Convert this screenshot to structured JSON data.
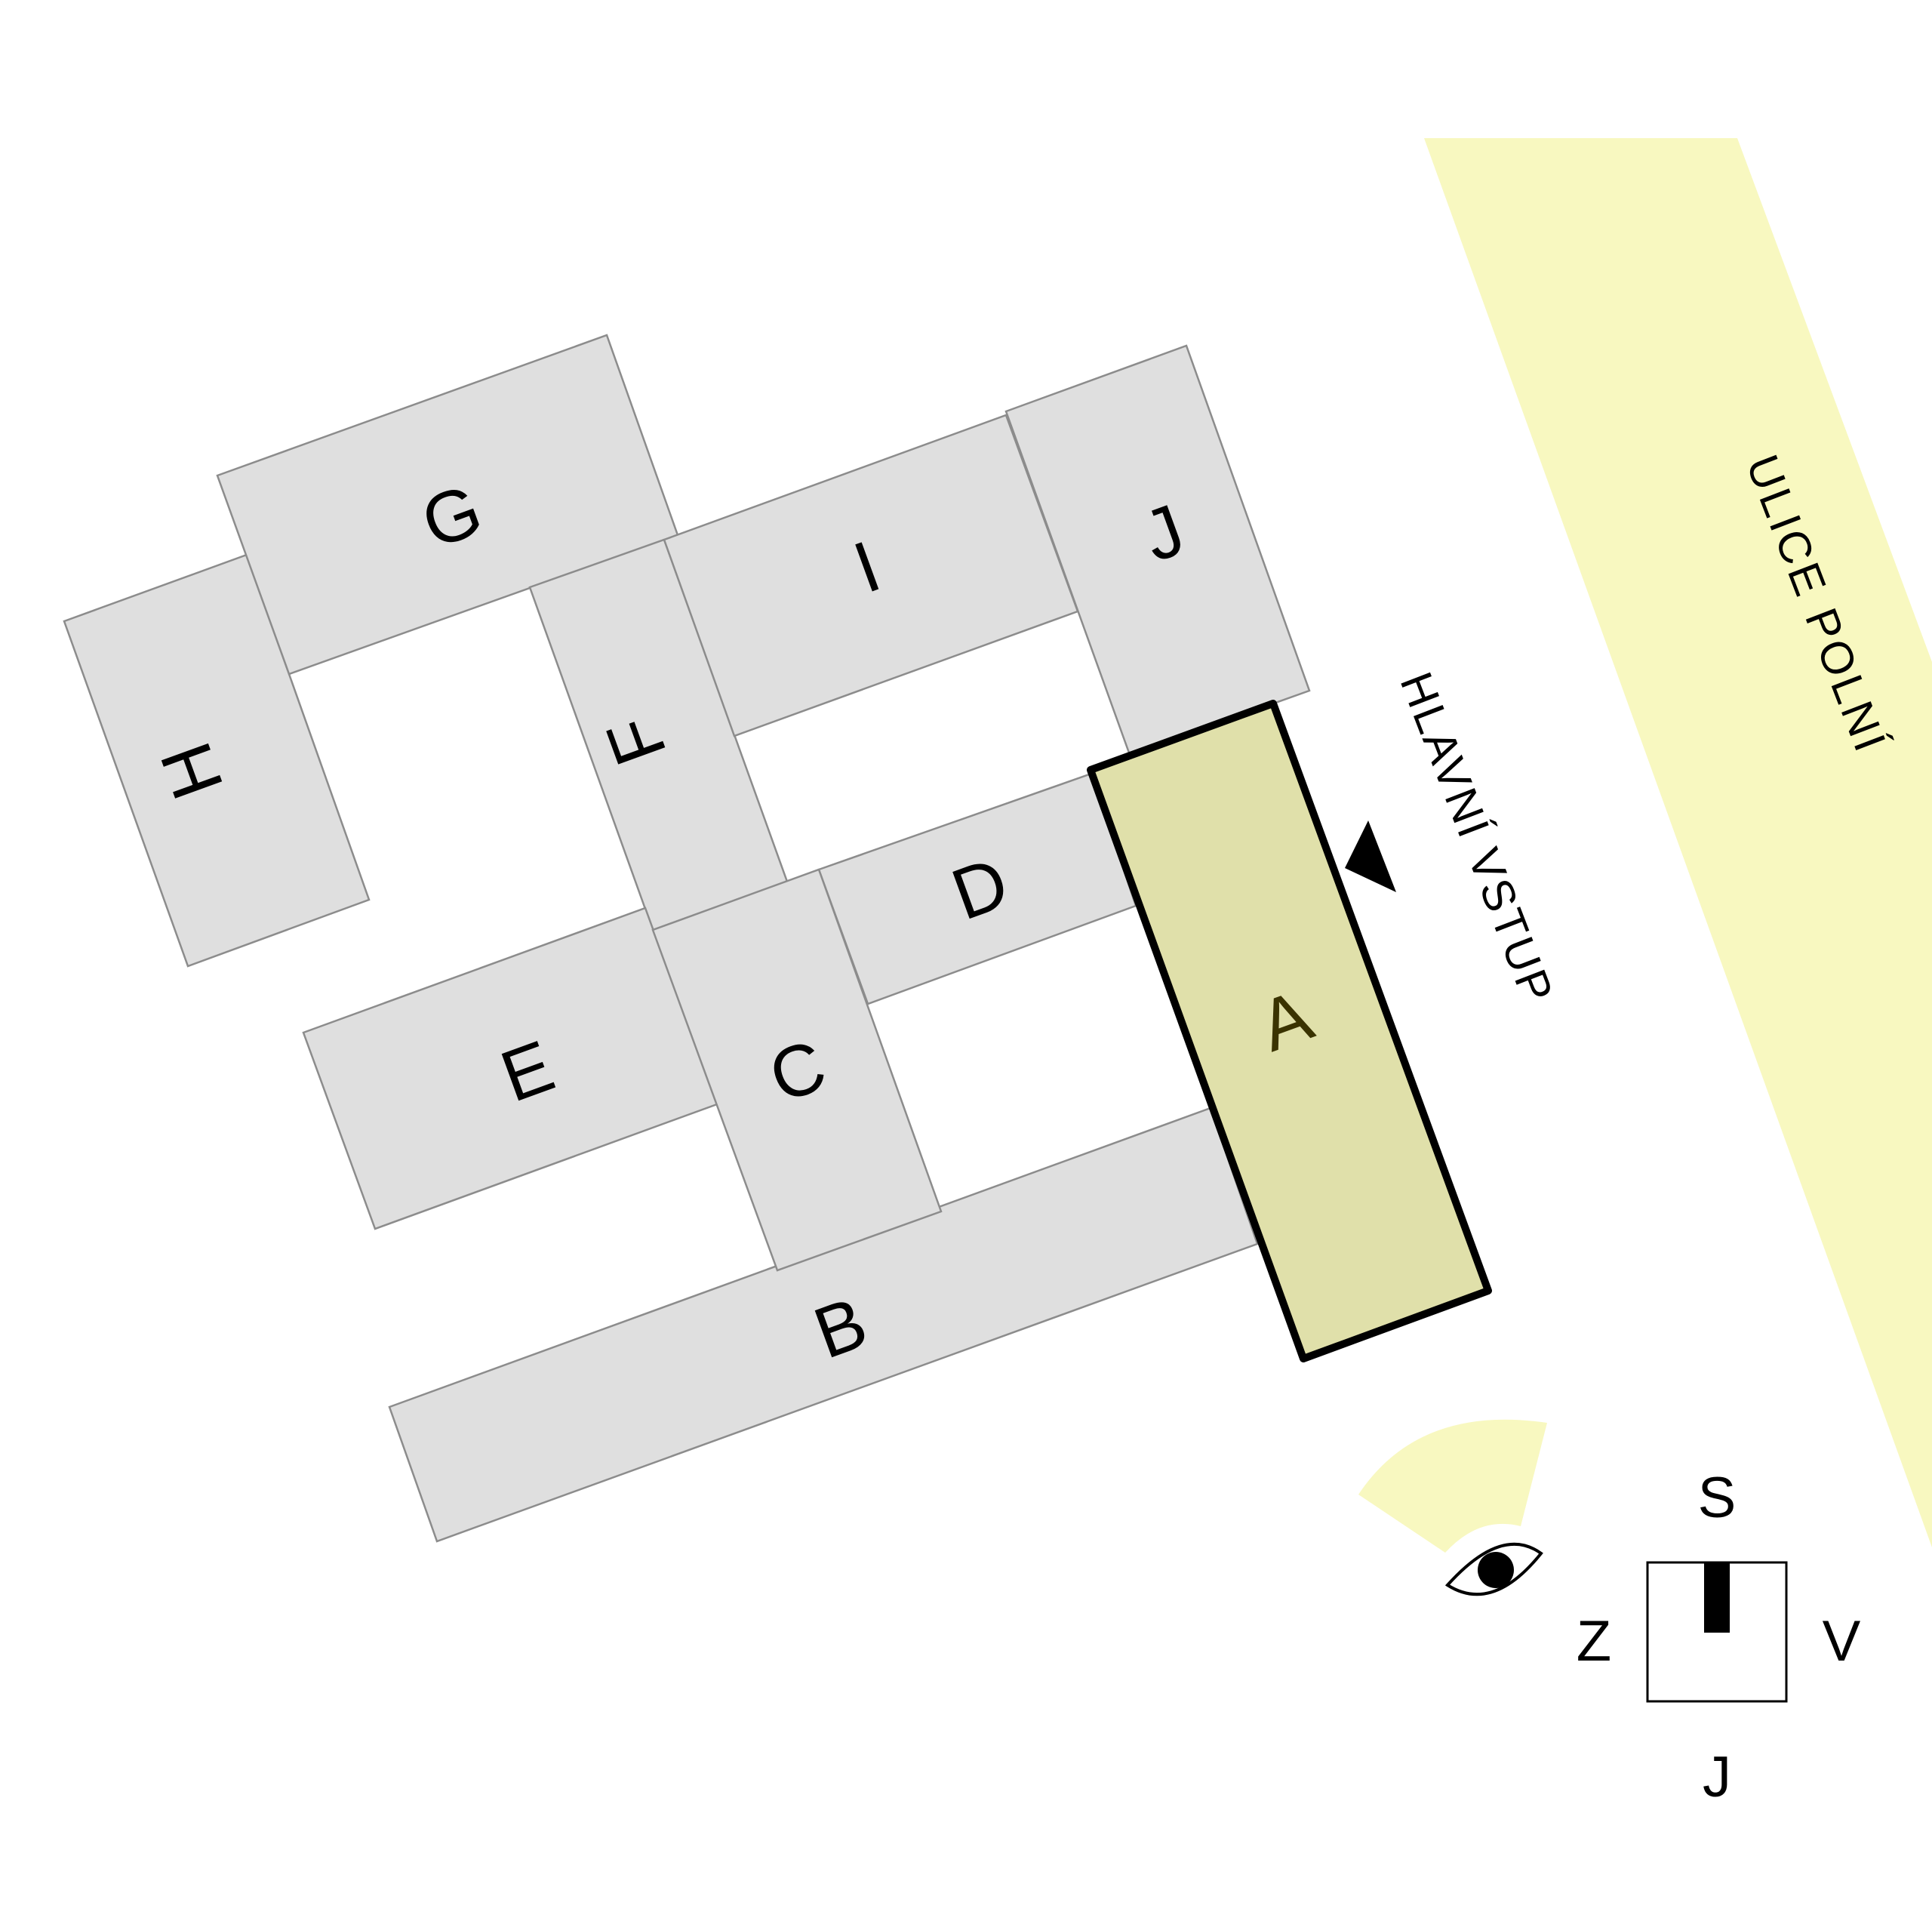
{
  "street": {
    "name": "ULICE POLNÍ"
  },
  "entrance": {
    "label": "HLAVNÍ VSTUP"
  },
  "highlighted_building": "A",
  "buildings": [
    {
      "id": "A",
      "label": "A",
      "highlighted": true
    },
    {
      "id": "B",
      "label": "B",
      "highlighted": false
    },
    {
      "id": "C",
      "label": "C",
      "highlighted": false
    },
    {
      "id": "D",
      "label": "D",
      "highlighted": false
    },
    {
      "id": "E",
      "label": "E",
      "highlighted": false
    },
    {
      "id": "F",
      "label": "F",
      "highlighted": false
    },
    {
      "id": "G",
      "label": "G",
      "highlighted": false
    },
    {
      "id": "H",
      "label": "H",
      "highlighted": false
    },
    {
      "id": "I",
      "label": "I",
      "highlighted": false
    },
    {
      "id": "J",
      "label": "J",
      "highlighted": false
    }
  ],
  "compass": {
    "north": "S",
    "south": "J",
    "east": "V",
    "west": "Z"
  },
  "colors": {
    "building": "#dfdfdf",
    "building_outline": "#8c8c8c",
    "highlighted_building": "#e0e0aa",
    "street": "#f8f8c0",
    "view_cone": "#f8f8c0"
  },
  "icons": {
    "viewpoint": "eye-icon",
    "entrance_marker": "triangle-arrow-icon",
    "compass": "north-arrow-compass-icon"
  }
}
